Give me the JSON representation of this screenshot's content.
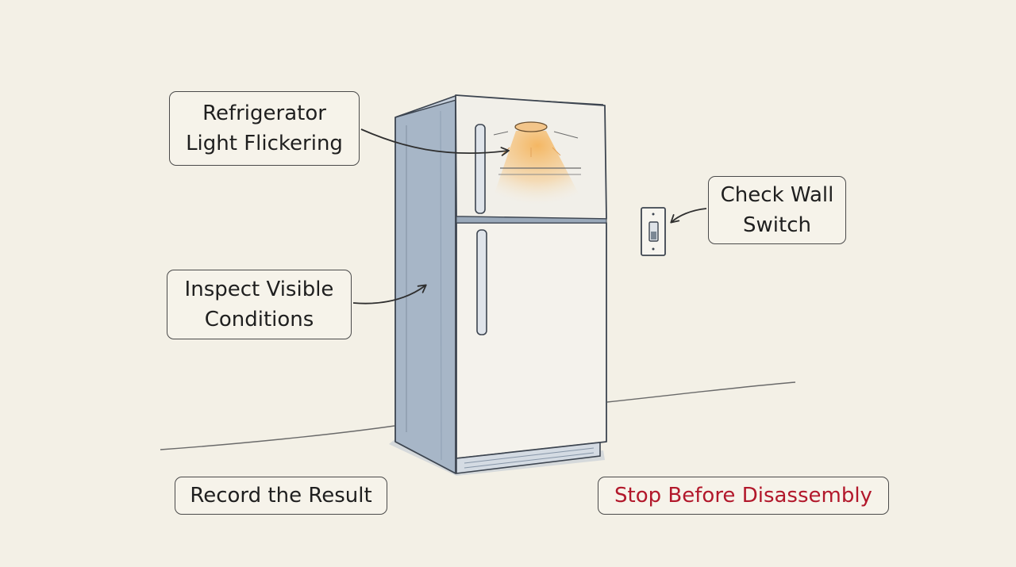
{
  "labels": {
    "flicker": {
      "line1": "Refrigerator",
      "line2": "Light Flickering"
    },
    "wall_switch": {
      "line1": "Check Wall",
      "line2": "Switch"
    },
    "inspect": {
      "line1": "Inspect Visible",
      "line2": "Conditions"
    },
    "record": "Record the Result",
    "stop": "Stop Before Disassembly"
  },
  "colors": {
    "background": "#f3f0e6",
    "fridge_body": "#a7b6c7",
    "fridge_door": "#f4f2ec",
    "outline": "#4a4a4a",
    "light_glow": "#f2b35a",
    "warning_text": "#b2182b"
  },
  "icons": [
    "refrigerator-icon",
    "ceiling-light-icon",
    "wall-switch-icon",
    "arrow-icon"
  ]
}
